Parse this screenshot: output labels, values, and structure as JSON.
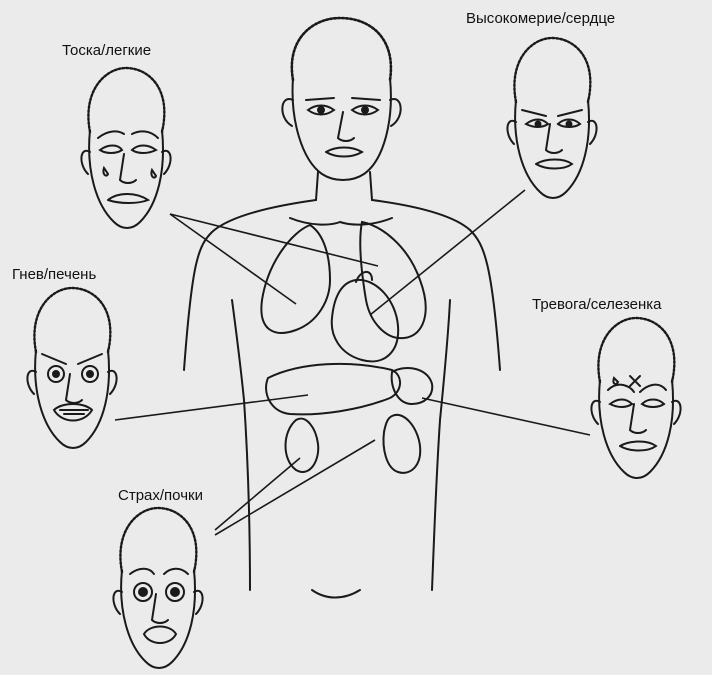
{
  "labels": {
    "grief_lungs": "Тоска/легкие",
    "pride_heart": "Высокомерие/сердце",
    "anger_liver": "Гнев/печень",
    "worry_spleen": "Тревога/селезенка",
    "fear_kidneys": "Страх/почки"
  },
  "colors": {
    "background": "#ebebeb",
    "ink": "#1a1a1a"
  },
  "icons": [
    "human-torso-figure",
    "grief-face-icon",
    "pride-face-icon",
    "anger-face-icon",
    "worry-face-icon",
    "fear-face-icon"
  ]
}
